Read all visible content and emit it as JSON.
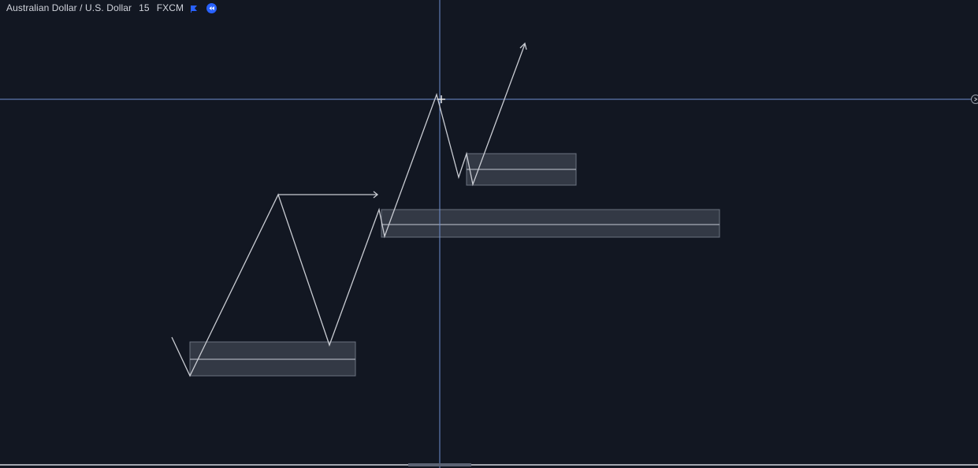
{
  "header": {
    "symbol_name": "Australian Dollar / U.S. Dollar",
    "interval": "15",
    "exchange": "FXCM",
    "flag_icon": "flag-icon",
    "replay_icon": "replay-rewind-icon"
  },
  "colors": {
    "background": "#121722",
    "drawing_line": "#c9ccd3",
    "zone_fill": "#3a3f4b",
    "zone_border": "#8a909c",
    "crosshair": "#6f8fd0",
    "accent": "#2962ff"
  }
}
